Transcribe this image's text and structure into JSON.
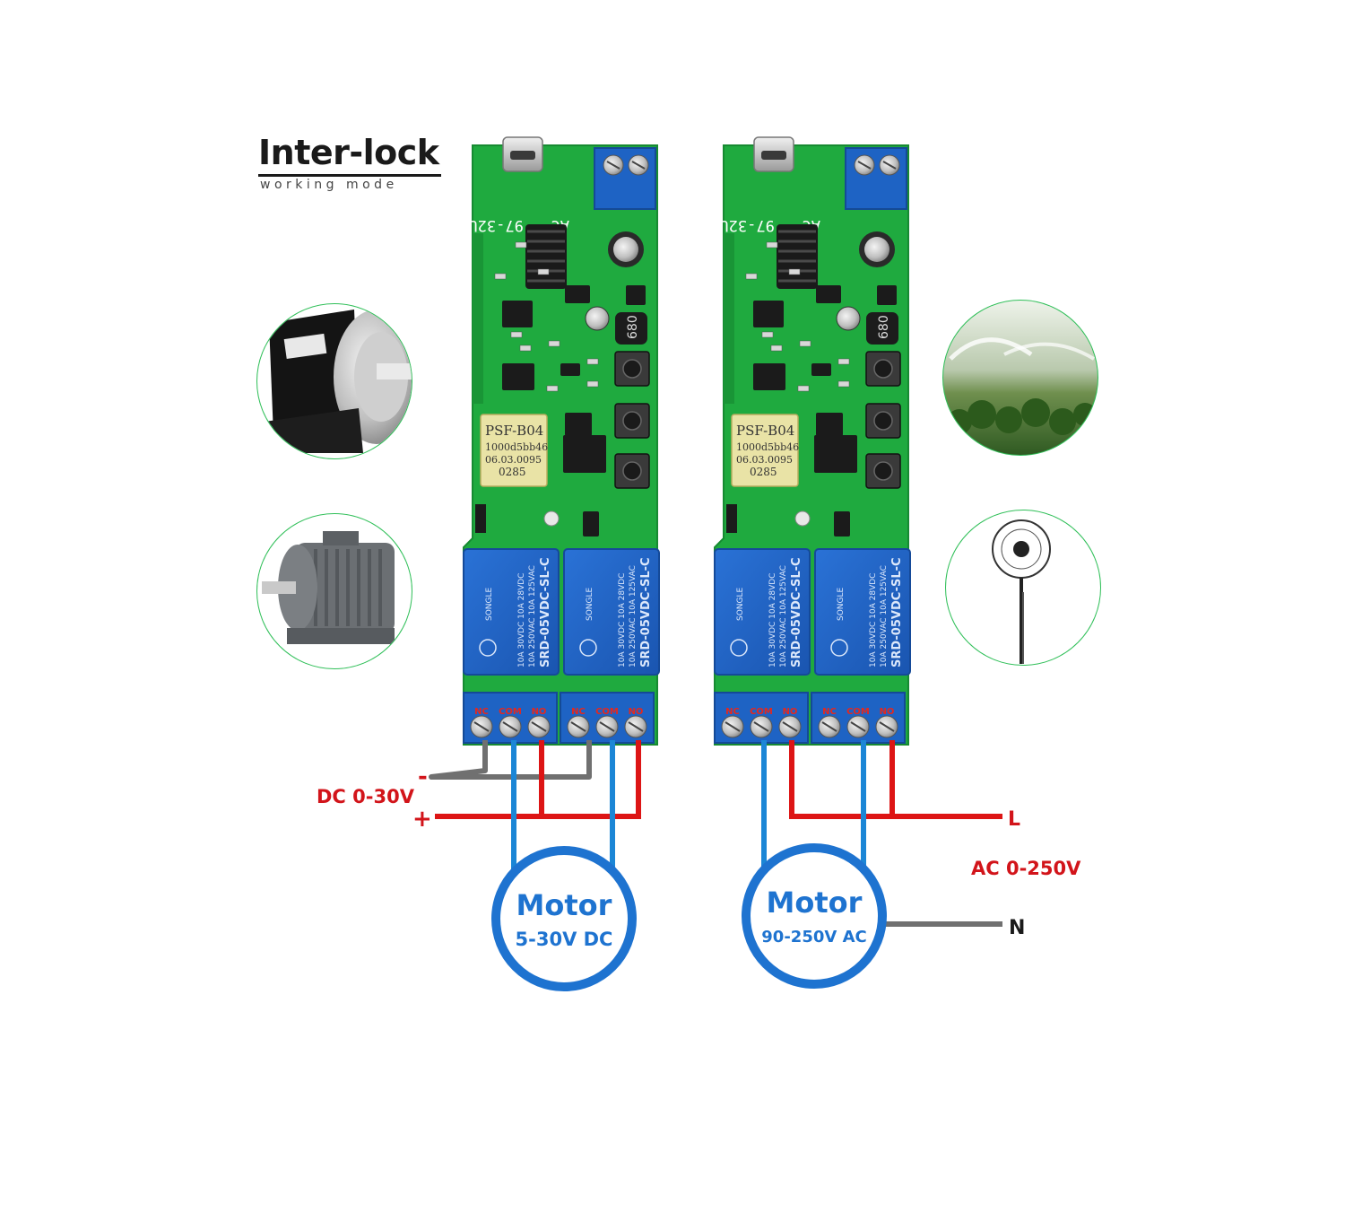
{
  "header": {
    "title": "Inter-lock",
    "subtitle": "working mode"
  },
  "boards": [
    {
      "module_label": "PSF-B04",
      "module_lines": [
        "1000d5bb46",
        "06.03.0095",
        "0285"
      ],
      "inductor_label": "680",
      "pcb_edge_label": "AC   97-32U",
      "relays": [
        {
          "brand": "SONGLE",
          "model": "SRD-05VDC-SL-C",
          "rating_1": "10A 250VAC  10A 125VAC",
          "rating_2": "10A 30VDC  10A 28VDC"
        },
        {
          "brand": "SONGLE",
          "model": "SRD-05VDC-SL-C",
          "rating_1": "10A 250VAC  10A 125VAC",
          "rating_2": "10A 30VDC  10A 28VDC"
        }
      ],
      "terminals": [
        "NC",
        "COM",
        "NO",
        "NC",
        "COM",
        "NO"
      ]
    },
    {
      "module_label": "PSF-B04",
      "module_lines": [
        "1000d5bb46",
        "06.03.0095",
        "0285"
      ],
      "inductor_label": "680",
      "pcb_edge_label": "AC   97-32U",
      "relays": [
        {
          "brand": "SONGLE",
          "model": "SRD-05VDC-SL-C",
          "rating_1": "10A 250VAC  10A 125VAC",
          "rating_2": "10A 30VDC  10A 28VDC"
        },
        {
          "brand": "SONGLE",
          "model": "SRD-05VDC-SL-C",
          "rating_1": "10A 250VAC  10A 125VAC",
          "rating_2": "10A 30VDC  10A 28VDC"
        }
      ],
      "terminals": [
        "NC",
        "COM",
        "NO",
        "NC",
        "COM",
        "NO"
      ]
    }
  ],
  "left_circuit": {
    "supply_label": "DC 0-30V",
    "minus_label": "-",
    "plus_label": "+",
    "motor_title": "Motor",
    "motor_spec": "5-30V DC"
  },
  "right_circuit": {
    "line_label": "L",
    "neutral_label": "N",
    "supply_label": "AC 0-250V",
    "motor_title": "Motor",
    "motor_spec": "90-250V AC"
  },
  "application_images": [
    "dc-motor",
    "induction-motor",
    "sprinkler",
    "fan"
  ],
  "colors": {
    "pcb": "#1faa3f",
    "relay": "#1f62c6",
    "terminal": "#1e63c4",
    "wire_red": "#dd1515",
    "wire_blue": "#1b86d6",
    "wire_gray": "#707070",
    "motor_ring": "#1e73d0",
    "circle_border": "#2fbf58",
    "label_red": "#d2141a"
  }
}
